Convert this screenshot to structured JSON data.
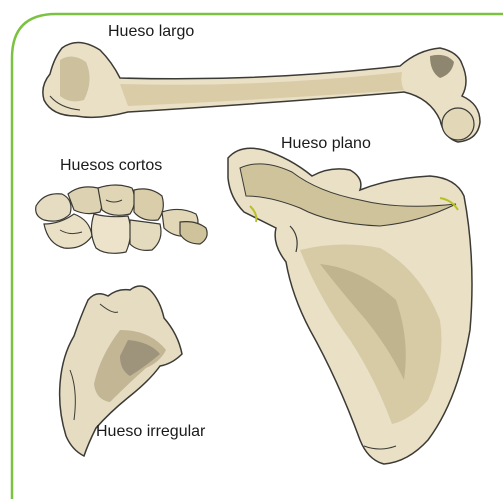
{
  "labels": {
    "long_bone": "Hueso largo",
    "short_bones": "Huesos cortos",
    "flat_bone": "Hueso plano",
    "irregular_bone": "Hueso irregular"
  },
  "colors": {
    "frame": "#7cc242",
    "bone_light": "#efe7cf",
    "bone_mid": "#d8cca5",
    "bone_shadow": "#8f8670",
    "bone_dark": "#3b3a35"
  }
}
